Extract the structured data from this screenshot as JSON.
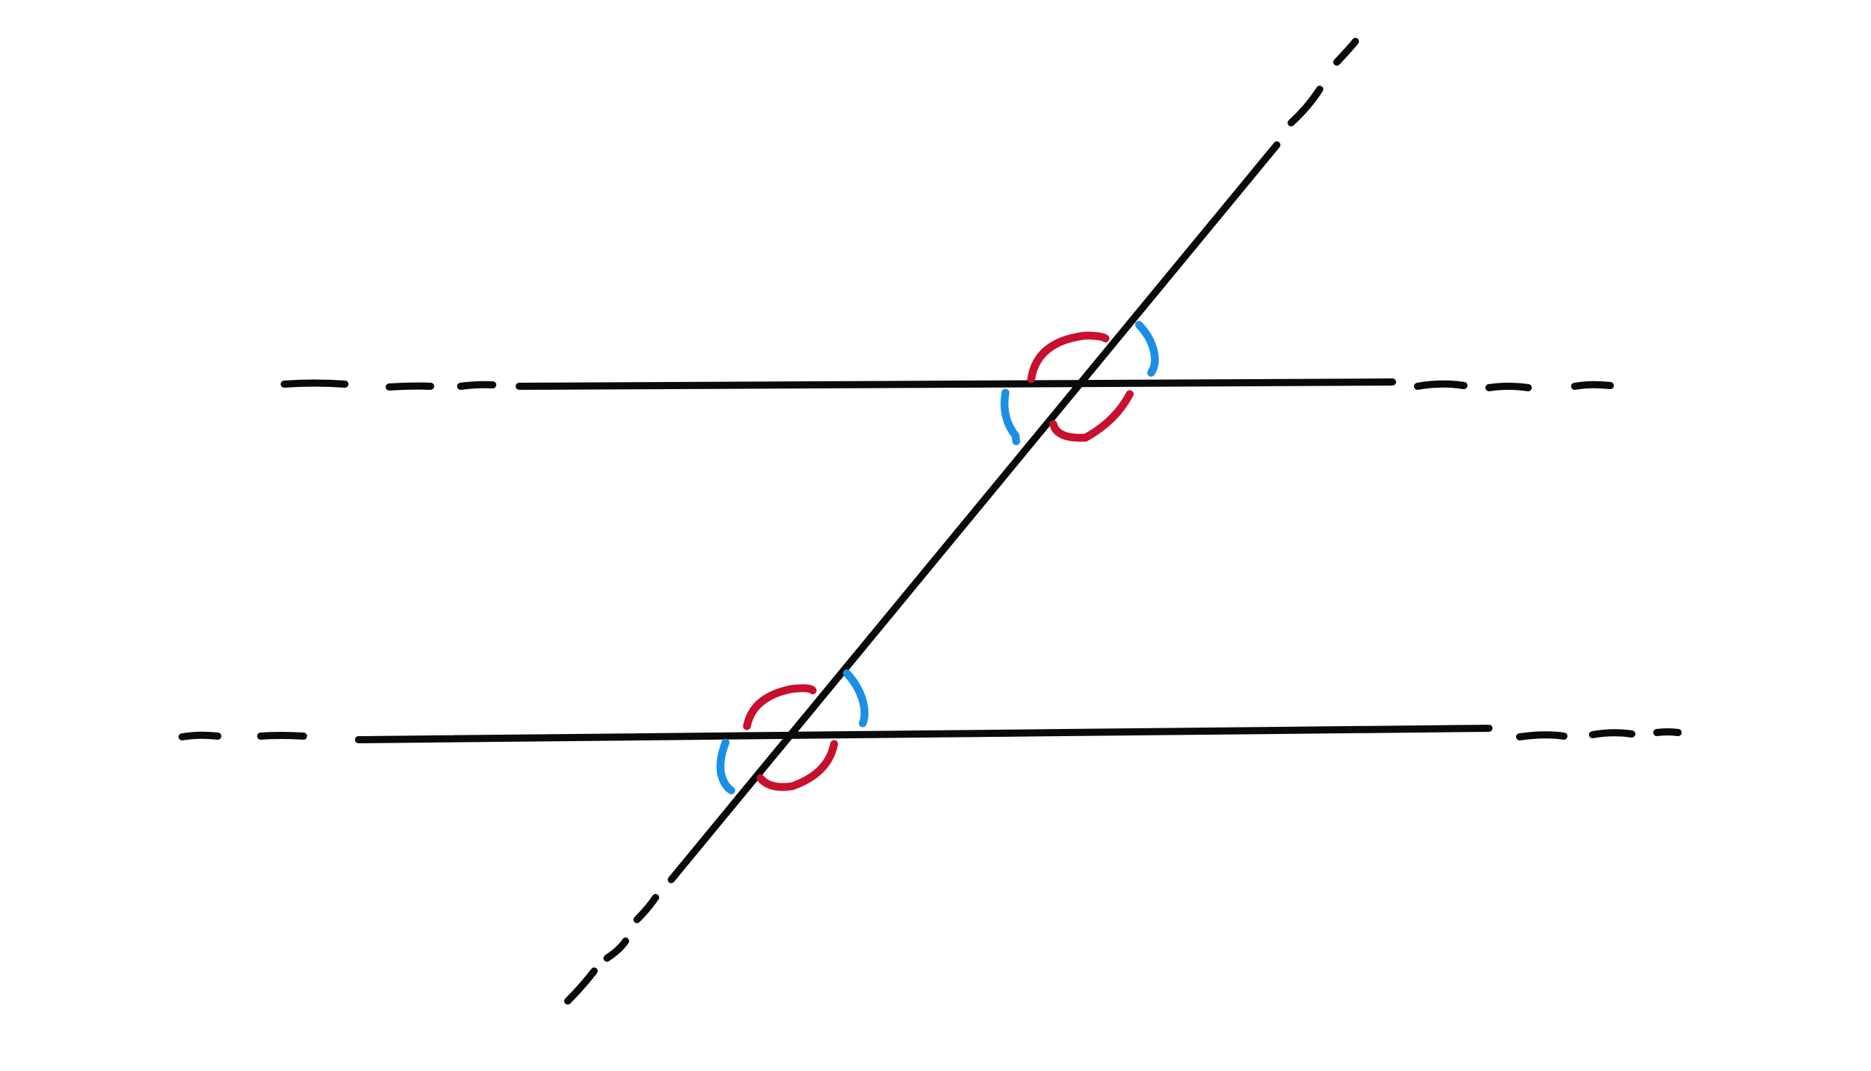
{
  "diagram": {
    "kind": "two-parallel-lines-cut-by-transversal",
    "colors": {
      "line": "#0a0a0a",
      "obtuse_angle_mark": "#c8102e",
      "acute_angle_mark": "#1a8fe6",
      "background": "#ffffff"
    },
    "parallel_lines": [
      {
        "name": "upper-parallel-line",
        "extends_beyond_endpoints": true
      },
      {
        "name": "lower-parallel-line",
        "extends_beyond_endpoints": true
      }
    ],
    "transversal": {
      "name": "transversal-line",
      "extends_beyond_endpoints": true
    },
    "intersections": [
      {
        "name": "upper-intersection",
        "angle_marks": [
          {
            "position": "top-left",
            "type": "obtuse",
            "color_key": "obtuse_angle_mark"
          },
          {
            "position": "top-right",
            "type": "acute",
            "color_key": "acute_angle_mark"
          },
          {
            "position": "bottom-left",
            "type": "acute",
            "color_key": "acute_angle_mark"
          },
          {
            "position": "bottom-right",
            "type": "obtuse",
            "color_key": "obtuse_angle_mark"
          }
        ]
      },
      {
        "name": "lower-intersection",
        "angle_marks": [
          {
            "position": "top-left",
            "type": "obtuse",
            "color_key": "obtuse_angle_mark"
          },
          {
            "position": "top-right",
            "type": "acute",
            "color_key": "acute_angle_mark"
          },
          {
            "position": "bottom-left",
            "type": "acute",
            "color_key": "acute_angle_mark"
          },
          {
            "position": "bottom-right",
            "type": "obtuse",
            "color_key": "obtuse_angle_mark"
          }
        ]
      }
    ]
  }
}
